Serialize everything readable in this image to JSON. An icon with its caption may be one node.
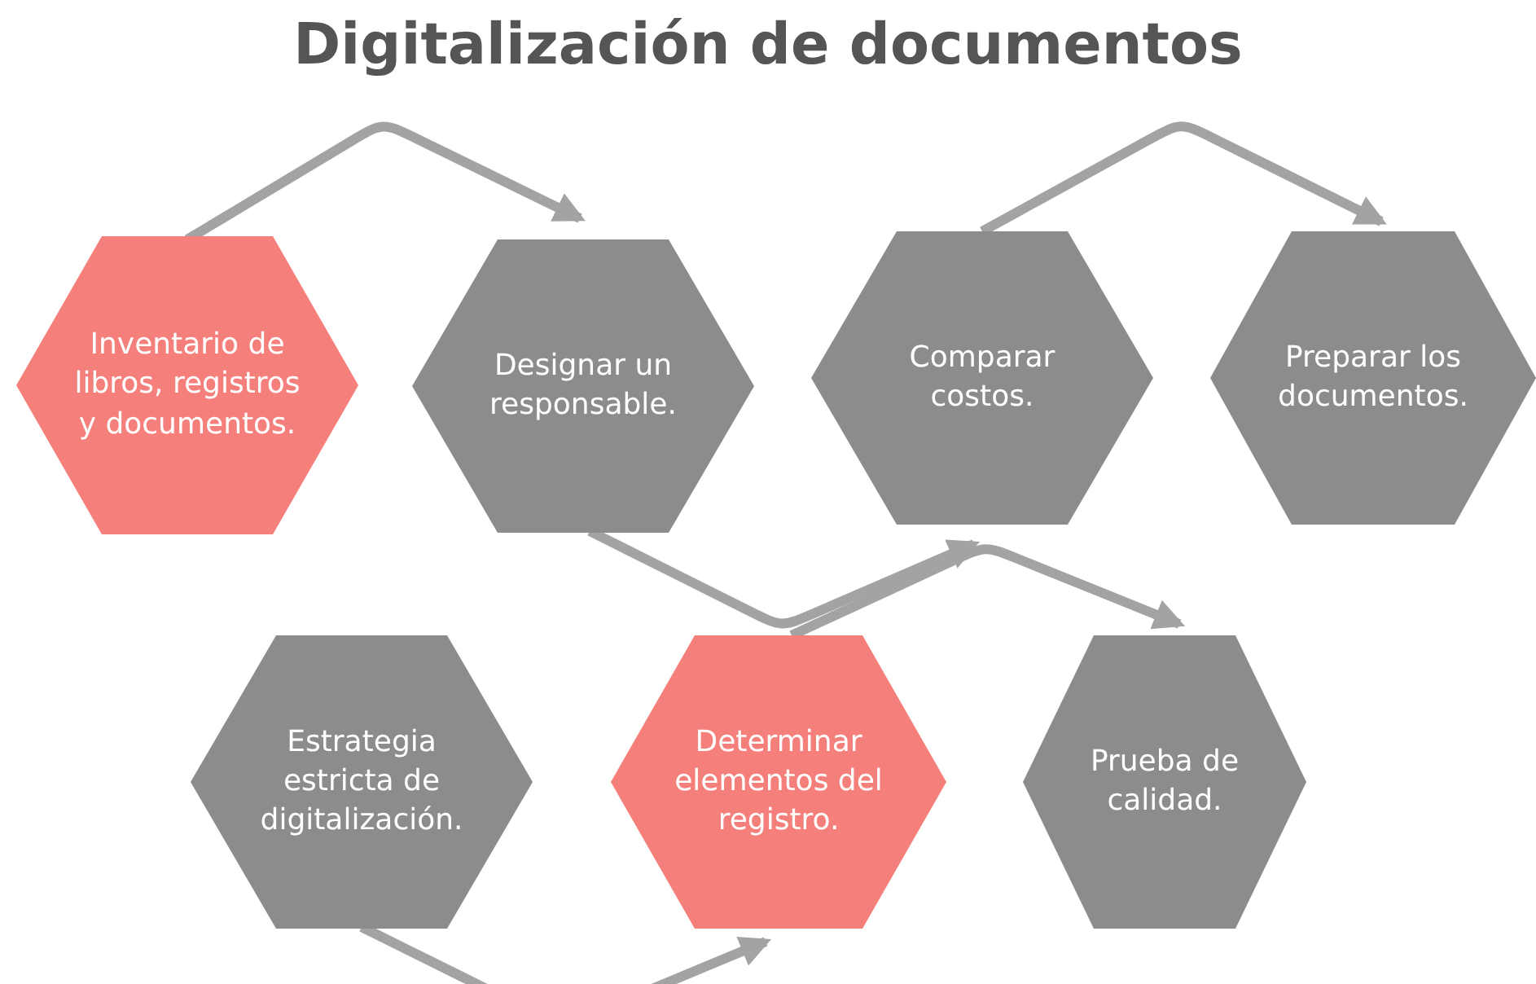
{
  "diagram": {
    "title": "Digitalización de documentos",
    "nodes": [
      {
        "text": [
          "Inventario de libros, registros y documentos."
        ]
      },
      {
        "text": [
          "Designar un responsable."
        ]
      },
      {
        "text": [
          "Comparar costos."
        ]
      },
      {
        "text": [
          "Preparar los documentos."
        ]
      },
      {
        "text": [
          "Estrategia estricta de digitalización."
        ]
      },
      {
        "text": [
          "Determinar elementos del registro."
        ]
      },
      {
        "text": [
          "Prueba de calidad."
        ]
      }
    ],
    "edges": [
      {
        "from": 0,
        "to": 1,
        "arrow": "to"
      },
      {
        "from": 1,
        "to": 2,
        "arrow": "to"
      },
      {
        "from": 2,
        "to": 3,
        "arrow": "to"
      },
      {
        "from": 4,
        "to": 5,
        "arrow": "to"
      },
      {
        "from": 5,
        "to": 6,
        "arrow": "to"
      }
    ]
  }
}
